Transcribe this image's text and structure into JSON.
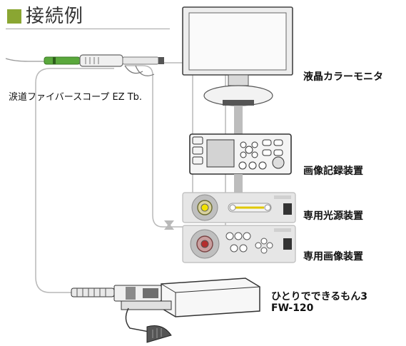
{
  "header": {
    "title": "接続例"
  },
  "labels": {
    "scope": "涙道ファイバースコープ EZ Tb.",
    "monitor": "液晶カラーモニタ",
    "recorder": "画像記録装置",
    "light_source": "専用光源装置",
    "image_unit": "専用画像装置",
    "pump_line1": "ひとりでできるもん3",
    "pump_line2": "FW-120"
  },
  "colors": {
    "accent": "#8aa632",
    "cable": "#b9b9b9",
    "device_face": "#e6e6e6"
  }
}
